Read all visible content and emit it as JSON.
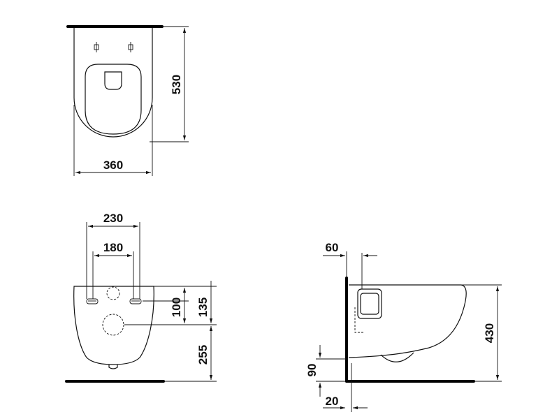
{
  "views": {
    "top": {
      "dimensions": {
        "length": "530",
        "width": "360"
      }
    },
    "front": {
      "dimensions": {
        "outer_spacing": "230",
        "inner_spacing": "180",
        "dim_100": "100",
        "dim_135": "135",
        "dim_255": "255"
      }
    },
    "side": {
      "dimensions": {
        "dim_60": "60",
        "height": "430",
        "dim_90": "90",
        "dim_20": "20"
      }
    }
  }
}
